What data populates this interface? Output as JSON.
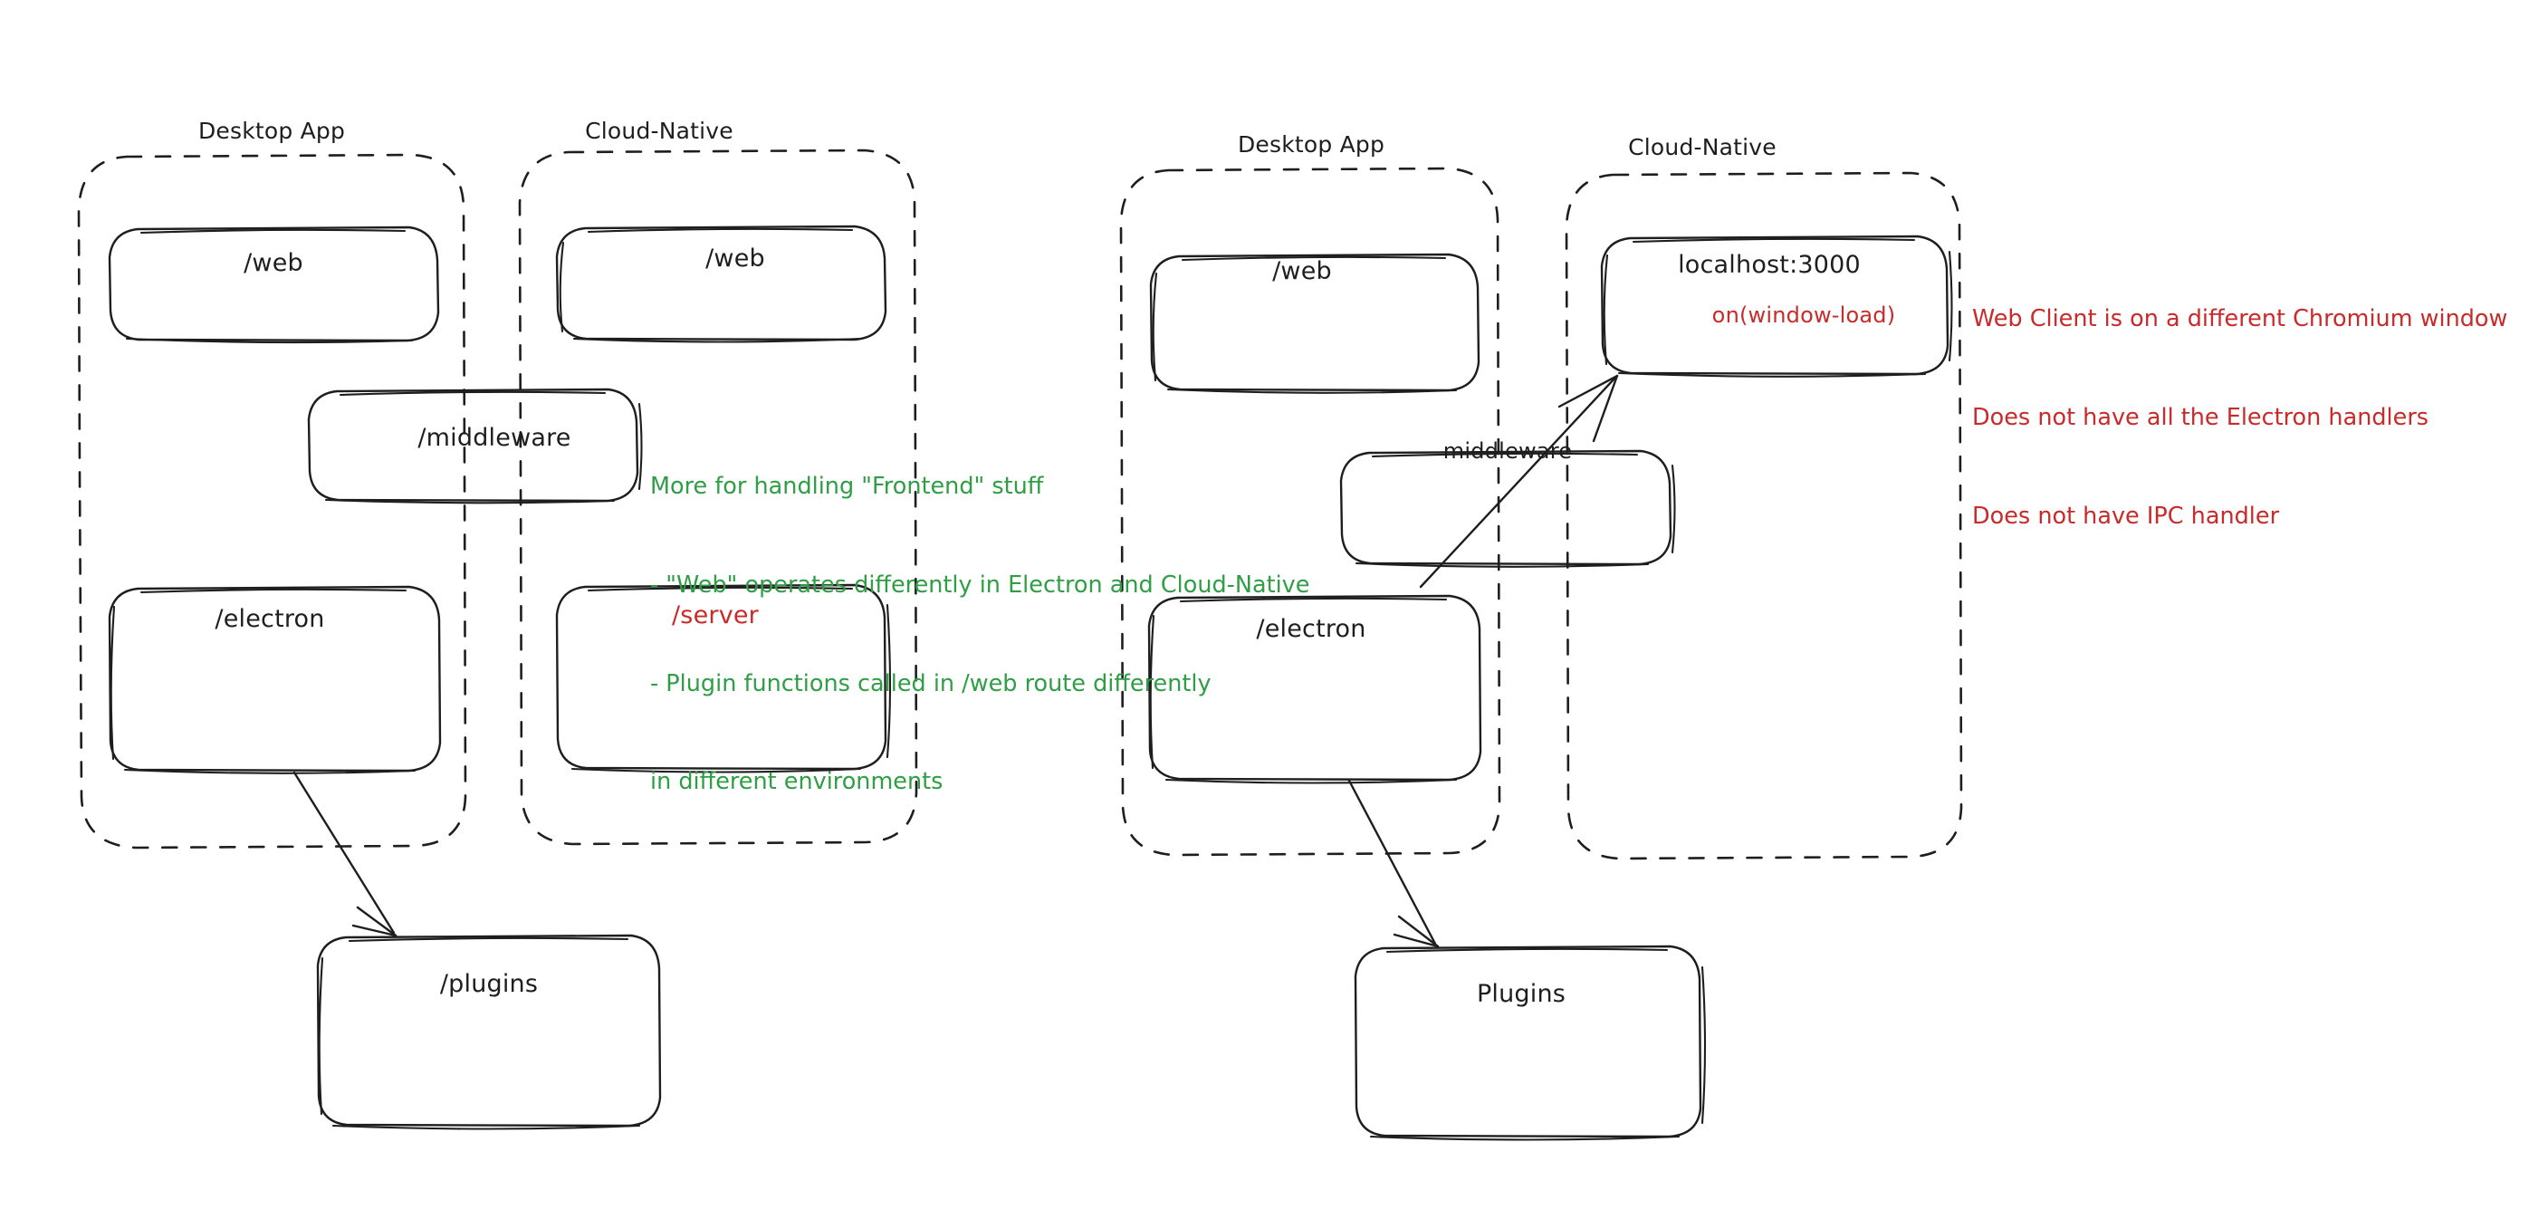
{
  "diagram": {
    "type": "architecture-comparison-whiteboard",
    "background": "#ffffff",
    "colors": {
      "ink": "#1e1e1e",
      "green": "#2f9e44",
      "red": "#c92a2a"
    },
    "panels": [
      {
        "id": "left-panel",
        "groups": [
          {
            "id": "left-desktop-app",
            "title": "Desktop App"
          },
          {
            "id": "left-cloud-native",
            "title": "Cloud-Native"
          }
        ],
        "nodes": [
          {
            "id": "left-web-desktop",
            "label": "/web",
            "color": "ink"
          },
          {
            "id": "left-web-cloud",
            "label": "/web",
            "color": "ink"
          },
          {
            "id": "left-middleware",
            "label": "/middleware",
            "color": "ink"
          },
          {
            "id": "left-electron",
            "label": "/electron",
            "color": "ink"
          },
          {
            "id": "left-server",
            "label": "/server",
            "color": "red"
          },
          {
            "id": "left-plugins",
            "label": "/plugins",
            "color": "ink"
          }
        ]
      },
      {
        "id": "right-panel",
        "groups": [
          {
            "id": "right-desktop-app",
            "title": "Desktop App"
          },
          {
            "id": "right-cloud-native",
            "title": "Cloud-Native"
          }
        ],
        "nodes": [
          {
            "id": "right-web",
            "label": "/web",
            "color": "ink"
          },
          {
            "id": "right-localhost",
            "label": "localhost:3000",
            "color": "ink"
          },
          {
            "id": "right-onload",
            "label": "on(window-load)",
            "color": "red"
          },
          {
            "id": "right-middleware",
            "label": "middleware",
            "color": "ink"
          },
          {
            "id": "right-electron",
            "label": "/electron",
            "color": "ink"
          },
          {
            "id": "right-plugins",
            "label": "Plugins",
            "color": "ink"
          }
        ]
      }
    ],
    "notes": [
      {
        "id": "green-note",
        "color": "green",
        "lines": [
          "More for handling \"Frontend\" stuff",
          "- \"Web\" operates differently in Electron and Cloud-Native",
          "- Plugin functions called in /web route differently",
          "in different environments"
        ]
      },
      {
        "id": "red-note",
        "color": "red",
        "lines": [
          "Web Client is on a different Chromium window",
          "Does not have all the Electron handlers",
          "Does not have IPC handler"
        ]
      }
    ],
    "arrows": [
      {
        "id": "arrow-left-electron-to-plugins",
        "from": "left-electron",
        "to": "left-plugins"
      },
      {
        "id": "arrow-right-electron-to-plugins",
        "from": "right-electron",
        "to": "right-plugins"
      },
      {
        "id": "arrow-right-electron-to-localhost",
        "from": "right-electron",
        "to": "right-localhost"
      }
    ]
  }
}
